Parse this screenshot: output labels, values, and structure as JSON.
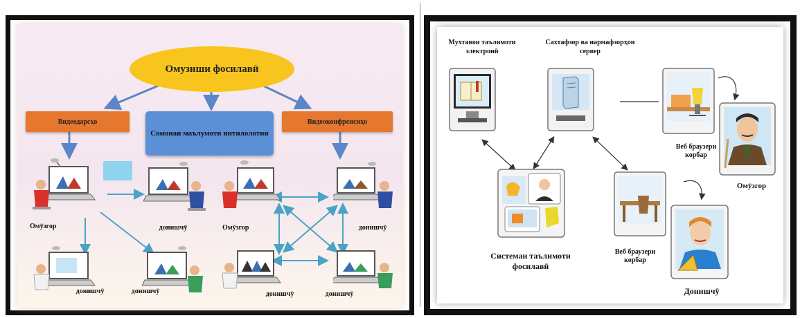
{
  "left": {
    "oval": "Омузиши фосилавӣ",
    "box_left": "Видеодарсҳо",
    "box_center": "Сомонаи маълумоти интилолотии",
    "box_right": "Видеоконфренсиҳо",
    "label_teacher_left": "Омӯзгор",
    "label_student_a": "донишчӯ",
    "label_student_b": "донишчӯ",
    "label_student_c": "донишчӯ",
    "label_teacher_right": "Омӯзгор",
    "label_student_d": "донишчӯ",
    "label_student_e": "донишчӯ",
    "label_student_f": "донишчӯ"
  },
  "right": {
    "title_left_l1": "Мухтавои таълимоти",
    "title_left_l2": "электронӣ",
    "title_center_l1": "Сахтафзор ва нармафзорҳои",
    "title_center_l2": "сервер",
    "web_user_top_l1": "Веб браузери",
    "web_user_top_l2": "корбар",
    "teacher": "Омӯзгор",
    "system_l1": "Системаи таълимоти",
    "system_l2": "фосилавӣ",
    "web_user_bottom_l1": "Веб браузери",
    "web_user_bottom_l2": "корбар",
    "student": "Донишчӯ"
  },
  "colors": {
    "oval": "#f7c51e",
    "orange_box": "#e6772e",
    "blue_box": "#5b8fd6",
    "arrow": "#5b86c7"
  }
}
